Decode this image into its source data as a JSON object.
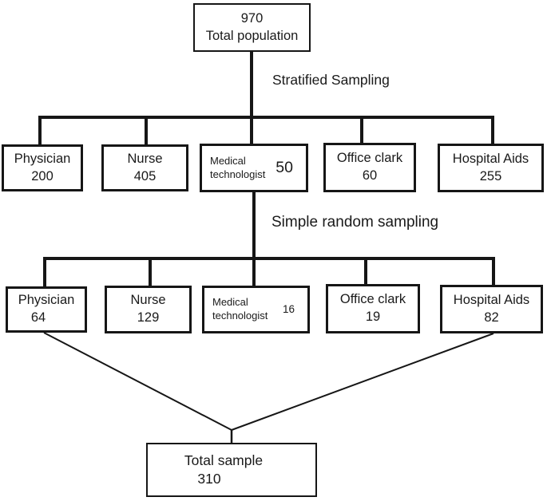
{
  "colors": {
    "line": "#1a1a1a",
    "background": "#ffffff",
    "text": "#1a1a1a"
  },
  "diagram": {
    "top_box": {
      "value": "970",
      "label": "Total population"
    },
    "stage1_label": "Stratified Sampling",
    "population_row": [
      {
        "label": "Physician",
        "value": "200"
      },
      {
        "label": "Nurse",
        "value": "405"
      },
      {
        "label": "Medical technologist",
        "value": "50"
      },
      {
        "label": "Office clark",
        "value": "60"
      },
      {
        "label": "Hospital Aids",
        "value": "255"
      }
    ],
    "stage2_label": "Simple random sampling",
    "sample_row": [
      {
        "label": "Physician",
        "value": "64"
      },
      {
        "label": "Nurse",
        "value": "129"
      },
      {
        "label": "Medical technologist",
        "value": "16"
      },
      {
        "label": "Office clark",
        "value": "19"
      },
      {
        "label": "Hospital Aids",
        "value": "82"
      }
    ],
    "total_box": {
      "label": "Total sample",
      "value": "310"
    }
  }
}
